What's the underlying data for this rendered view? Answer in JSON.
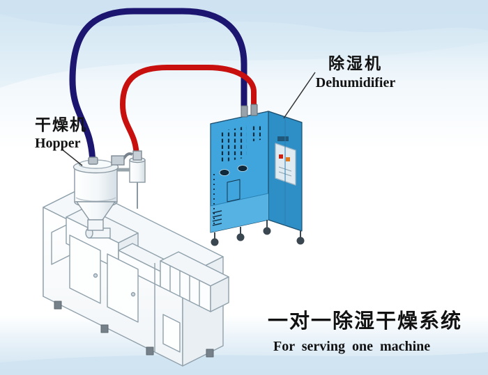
{
  "labels": {
    "hopper": {
      "zh": "干燥机",
      "en": "Hopper"
    },
    "dehumidifier": {
      "zh": "除湿机",
      "en": "Dehumidifier"
    }
  },
  "caption": {
    "zh": "一对一除湿干燥系统",
    "en": "For serving one machine"
  },
  "colors": {
    "pipe_dry_air": "#1c1670",
    "pipe_return_air": "#c8100e",
    "cabinet_front": "#3fa5dc",
    "cabinet_side": "#2e8ec6",
    "cabinet_top": "#7fc5ea",
    "sky_band": "#c7ddef",
    "machine_outline": "#8fa0ab"
  },
  "components": [
    "hopper-dryer",
    "return-air-filter",
    "extruder-machine",
    "dehumidifier-cabinet",
    "dry-air-pipe",
    "return-air-pipe"
  ]
}
